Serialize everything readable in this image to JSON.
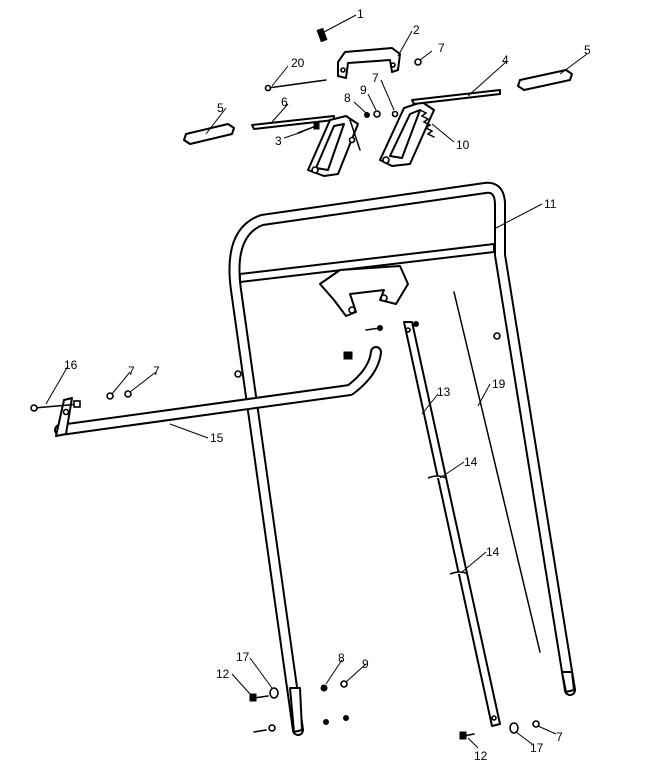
{
  "callouts": {
    "c1": "1",
    "c2": "2",
    "c3": "3",
    "c4": "4",
    "c5a": "5",
    "c5b": "5",
    "c6": "6",
    "c7a": "7",
    "c7b": "7",
    "c7c": "7",
    "c7d": "7",
    "c7e": "7",
    "c8a": "8",
    "c8b": "8",
    "c9a": "9",
    "c9b": "9",
    "c10": "10",
    "c11": "11",
    "c12a": "12",
    "c12b": "12",
    "c13": "13",
    "c14a": "14",
    "c14b": "14",
    "c15": "15",
    "c16": "16",
    "c17a": "17",
    "c17b": "17",
    "c19": "19",
    "c20": "20"
  }
}
